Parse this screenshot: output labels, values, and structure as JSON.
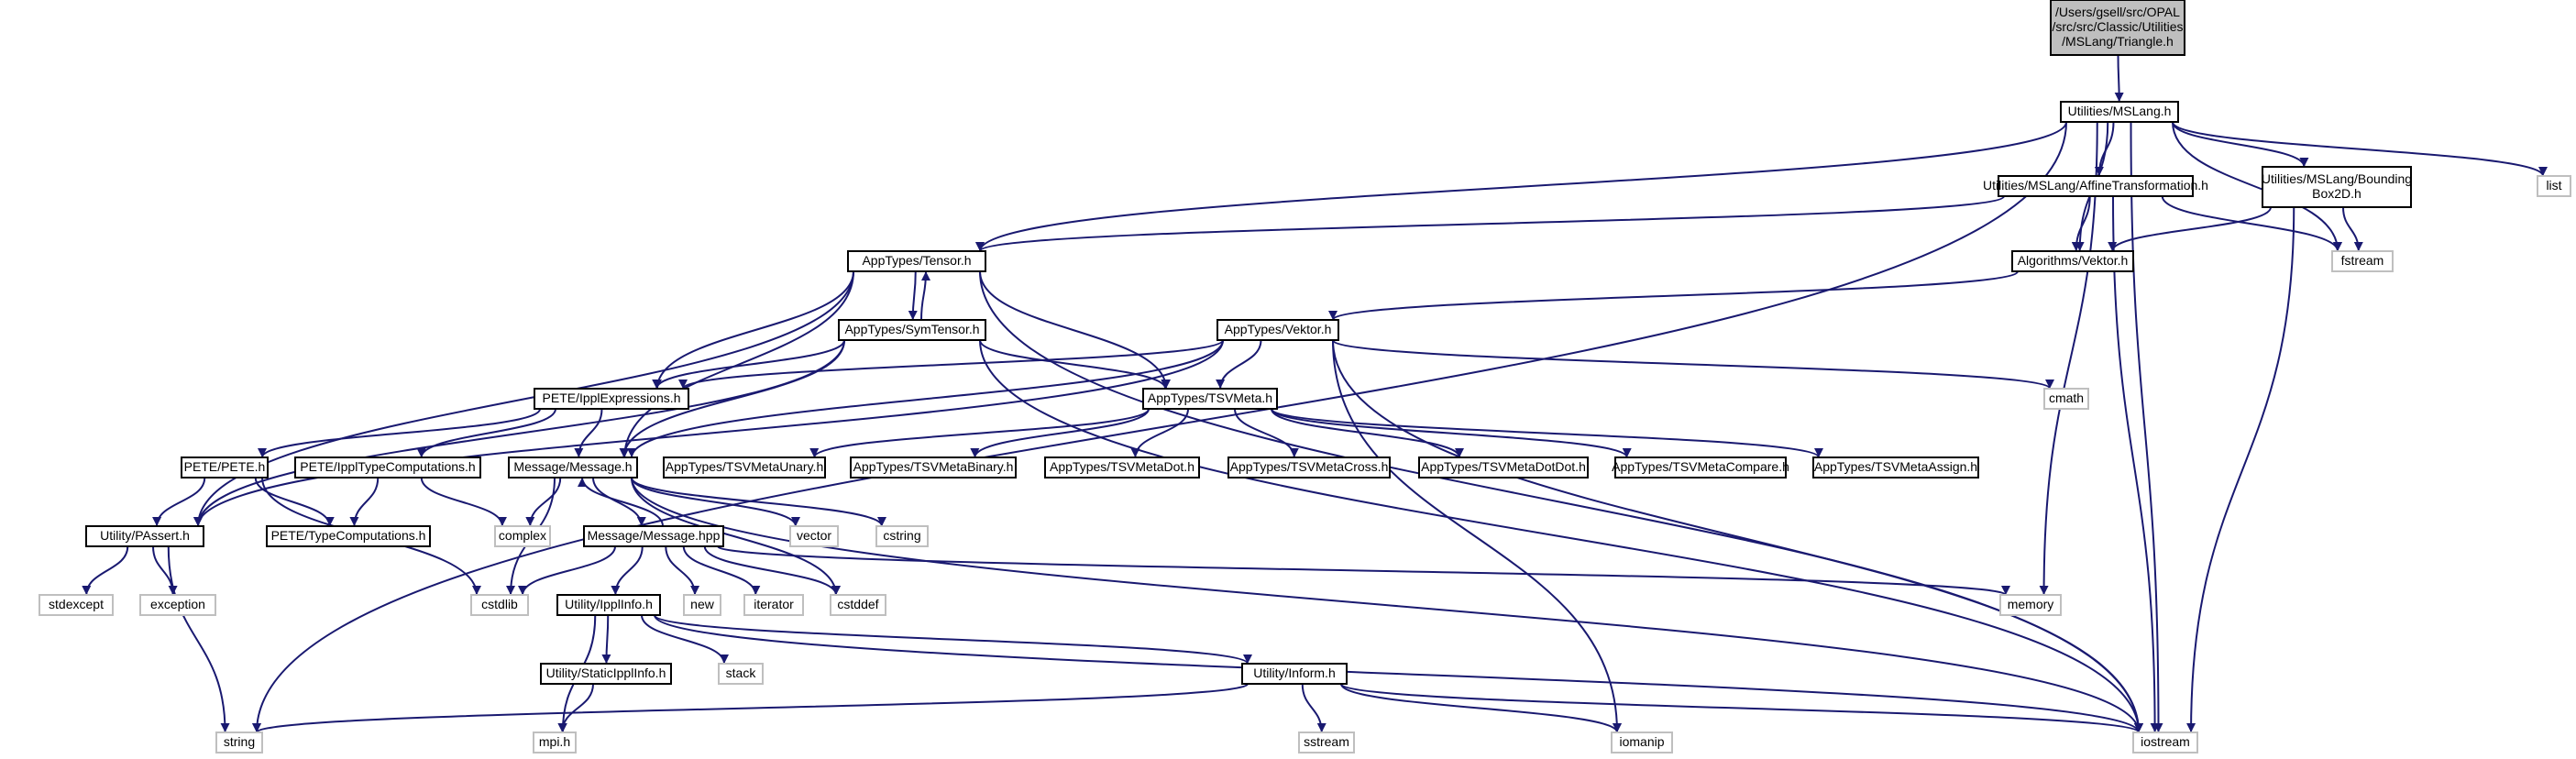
{
  "diagram": {
    "type": "include-dependency-graph",
    "edge_color": "#191970",
    "root_fill": "#bfbfbf",
    "external_border": "#bfbfbf",
    "nodes": [
      {
        "id": "root",
        "lines": [
          "/Users/gsell/src/OPAL",
          "/src/src/Classic/Utilities",
          "/MSLang/Triangle.h"
        ],
        "kind": "root"
      },
      {
        "id": "mslang",
        "lines": [
          "Utilities/MSLang.h"
        ],
        "kind": "file"
      },
      {
        "id": "affine",
        "lines": [
          "Utilities/MSLang/AffineTransformation.h"
        ],
        "kind": "file"
      },
      {
        "id": "bbox",
        "lines": [
          "Utilities/MSLang/Bounding",
          "Box2D.h"
        ],
        "kind": "file"
      },
      {
        "id": "list",
        "lines": [
          "list"
        ],
        "kind": "external"
      },
      {
        "id": "tensor",
        "lines": [
          "AppTypes/Tensor.h"
        ],
        "kind": "file"
      },
      {
        "id": "algvektor",
        "lines": [
          "Algorithms/Vektor.h"
        ],
        "kind": "file"
      },
      {
        "id": "fstream",
        "lines": [
          "fstream"
        ],
        "kind": "external"
      },
      {
        "id": "symtensor",
        "lines": [
          "AppTypes/SymTensor.h"
        ],
        "kind": "file"
      },
      {
        "id": "vektor",
        "lines": [
          "AppTypes/Vektor.h"
        ],
        "kind": "file"
      },
      {
        "id": "cmath",
        "lines": [
          "cmath"
        ],
        "kind": "external"
      },
      {
        "id": "ippl",
        "lines": [
          "PETE/IpplExpressions.h"
        ],
        "kind": "file"
      },
      {
        "id": "tsvmeta",
        "lines": [
          "AppTypes/TSVMeta.h"
        ],
        "kind": "file"
      },
      {
        "id": "pete",
        "lines": [
          "PETE/PETE.h"
        ],
        "kind": "file"
      },
      {
        "id": "ipplcomp",
        "lines": [
          "PETE/IpplTypeComputations.h"
        ],
        "kind": "file"
      },
      {
        "id": "message",
        "lines": [
          "Message/Message.h"
        ],
        "kind": "file"
      },
      {
        "id": "unary",
        "lines": [
          "AppTypes/TSVMetaUnary.h"
        ],
        "kind": "file"
      },
      {
        "id": "binary",
        "lines": [
          "AppTypes/TSVMetaBinary.h"
        ],
        "kind": "file"
      },
      {
        "id": "dot",
        "lines": [
          "AppTypes/TSVMetaDot.h"
        ],
        "kind": "file"
      },
      {
        "id": "cross",
        "lines": [
          "AppTypes/TSVMetaCross.h"
        ],
        "kind": "file"
      },
      {
        "id": "dotdot",
        "lines": [
          "AppTypes/TSVMetaDotDot.h"
        ],
        "kind": "file"
      },
      {
        "id": "compare",
        "lines": [
          "AppTypes/TSVMetaCompare.h"
        ],
        "kind": "file"
      },
      {
        "id": "assign",
        "lines": [
          "AppTypes/TSVMetaAssign.h"
        ],
        "kind": "file"
      },
      {
        "id": "complex",
        "lines": [
          "complex"
        ],
        "kind": "external"
      },
      {
        "id": "vector",
        "lines": [
          "vector"
        ],
        "kind": "external"
      },
      {
        "id": "cstring",
        "lines": [
          "cstring"
        ],
        "kind": "external"
      },
      {
        "id": "passert",
        "lines": [
          "Utility/PAssert.h"
        ],
        "kind": "file"
      },
      {
        "id": "typecomp",
        "lines": [
          "PETE/TypeComputations.h"
        ],
        "kind": "file"
      },
      {
        "id": "messagehpp",
        "lines": [
          "Message/Message.hpp"
        ],
        "kind": "file"
      },
      {
        "id": "stdexcept",
        "lines": [
          "stdexcept"
        ],
        "kind": "external"
      },
      {
        "id": "exception",
        "lines": [
          "exception"
        ],
        "kind": "external"
      },
      {
        "id": "cstdlib",
        "lines": [
          "cstdlib"
        ],
        "kind": "external"
      },
      {
        "id": "ipplinfo",
        "lines": [
          "Utility/IpplInfo.h"
        ],
        "kind": "file"
      },
      {
        "id": "new",
        "lines": [
          "new"
        ],
        "kind": "external"
      },
      {
        "id": "iterator",
        "lines": [
          "iterator"
        ],
        "kind": "external"
      },
      {
        "id": "cstddef",
        "lines": [
          "cstddef"
        ],
        "kind": "external"
      },
      {
        "id": "memory",
        "lines": [
          "memory"
        ],
        "kind": "external"
      },
      {
        "id": "staticippl",
        "lines": [
          "Utility/StaticIpplInfo.h"
        ],
        "kind": "file"
      },
      {
        "id": "stack",
        "lines": [
          "stack"
        ],
        "kind": "external"
      },
      {
        "id": "inform",
        "lines": [
          "Utility/Inform.h"
        ],
        "kind": "file"
      },
      {
        "id": "string",
        "lines": [
          "string"
        ],
        "kind": "external"
      },
      {
        "id": "mpi",
        "lines": [
          "mpi.h"
        ],
        "kind": "external"
      },
      {
        "id": "sstream",
        "lines": [
          "sstream"
        ],
        "kind": "external"
      },
      {
        "id": "iomanip",
        "lines": [
          "iomanip"
        ],
        "kind": "external"
      },
      {
        "id": "iostream",
        "lines": [
          "iostream"
        ],
        "kind": "external"
      }
    ]
  }
}
